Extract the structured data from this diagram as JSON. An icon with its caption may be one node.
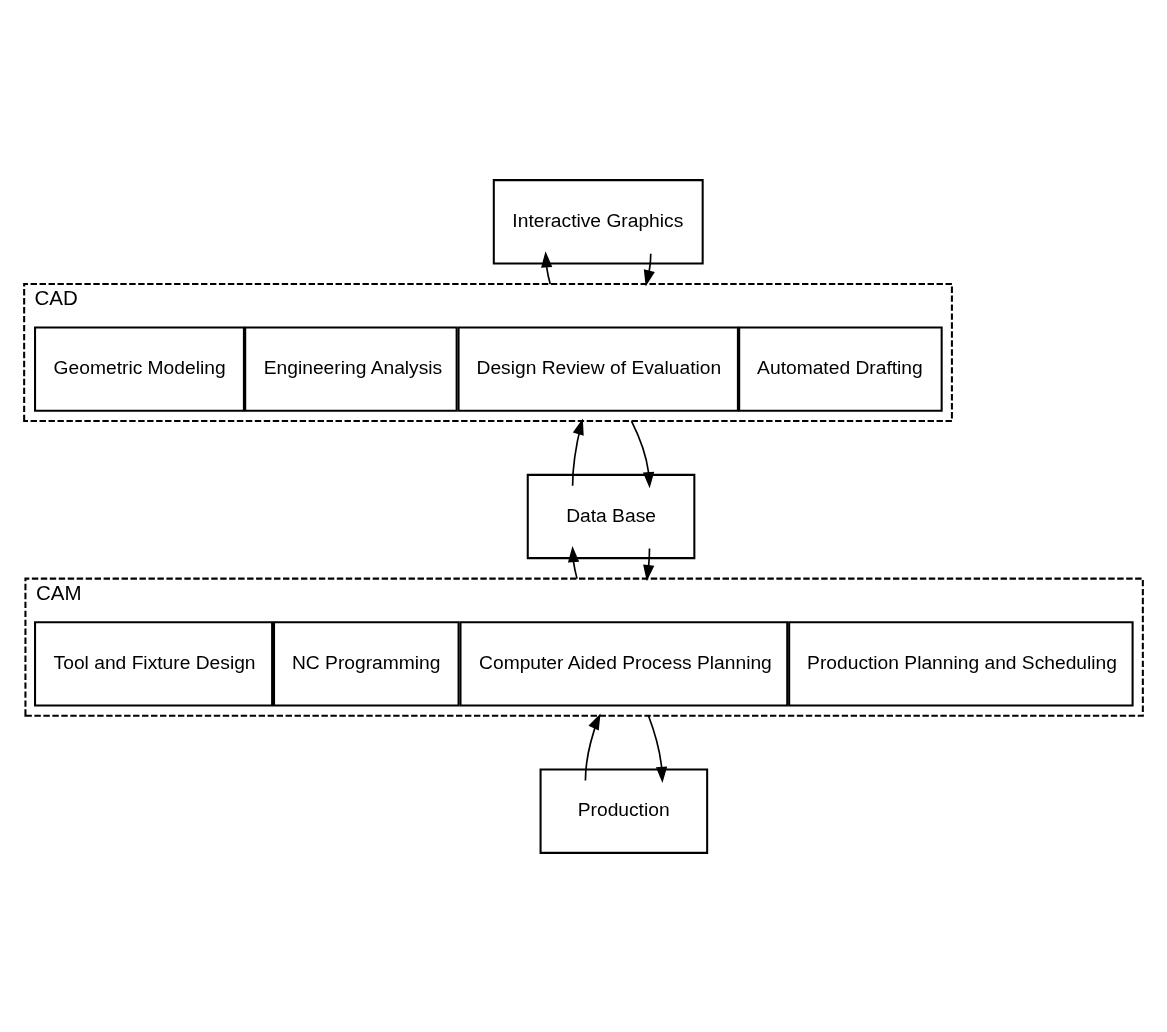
{
  "diagram": {
    "nodes": [
      {
        "text": [
          "Interactive Graphics"
        ]
      },
      {
        "text": [
          "CAD"
        ]
      },
      {
        "text": [
          "Geometric Modeling"
        ],
        "in": 1
      },
      {
        "text": [
          "Engineering Analysis"
        ],
        "in": 1
      },
      {
        "text": [
          "Design Review of Evaluation"
        ],
        "in": 1
      },
      {
        "text": [
          "Automated Drafting"
        ],
        "in": 1
      },
      {
        "text": [
          "Data Base"
        ]
      },
      {
        "text": [
          "CAM"
        ]
      },
      {
        "text": [
          "Tool and Fixture Design"
        ],
        "in": 7
      },
      {
        "text": [
          "NC Programming"
        ],
        "in": 7
      },
      {
        "text": [
          "Computer Aided Process Planning"
        ],
        "in": 7
      },
      {
        "text": [
          "Production Planning and Scheduling"
        ],
        "in": 7
      },
      {
        "text": [
          "Production"
        ]
      }
    ],
    "edges": [
      {
        "from": 1,
        "to": 0,
        "arrow": "to"
      },
      {
        "from": 0,
        "to": 1,
        "arrow": "to"
      },
      {
        "from": 6,
        "to": 1,
        "arrow": "to"
      },
      {
        "from": 1,
        "to": 6,
        "arrow": "to"
      },
      {
        "from": 7,
        "to": 6,
        "arrow": "to"
      },
      {
        "from": 6,
        "to": 7,
        "arrow": "to"
      },
      {
        "from": 12,
        "to": 7,
        "arrow": "to"
      },
      {
        "from": 7,
        "to": 12,
        "arrow": "to"
      }
    ]
  }
}
